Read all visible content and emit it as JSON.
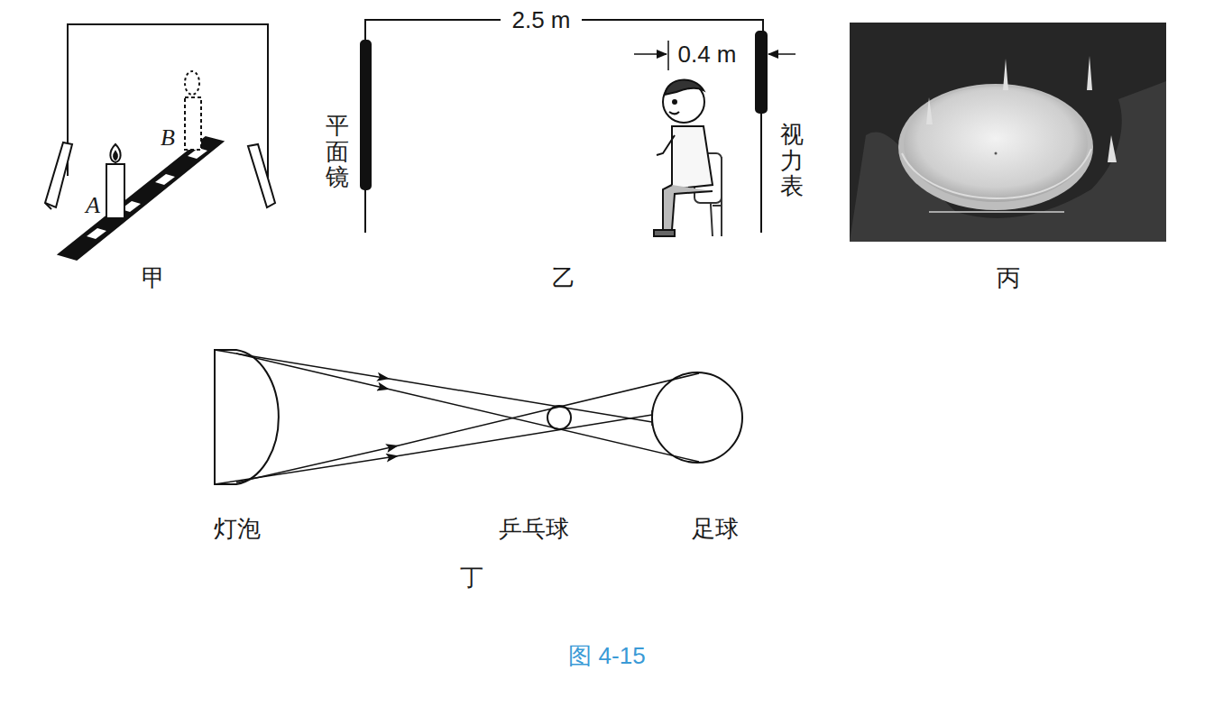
{
  "diagram": {
    "caption": "图 4-15",
    "labels": [
      "A",
      "B",
      "甲",
      "2.5 m",
      "0.4 m",
      "平面镜",
      "视力表",
      "乙",
      "丙",
      "灯泡",
      "乒乓球",
      "足球",
      "丁"
    ]
  }
}
